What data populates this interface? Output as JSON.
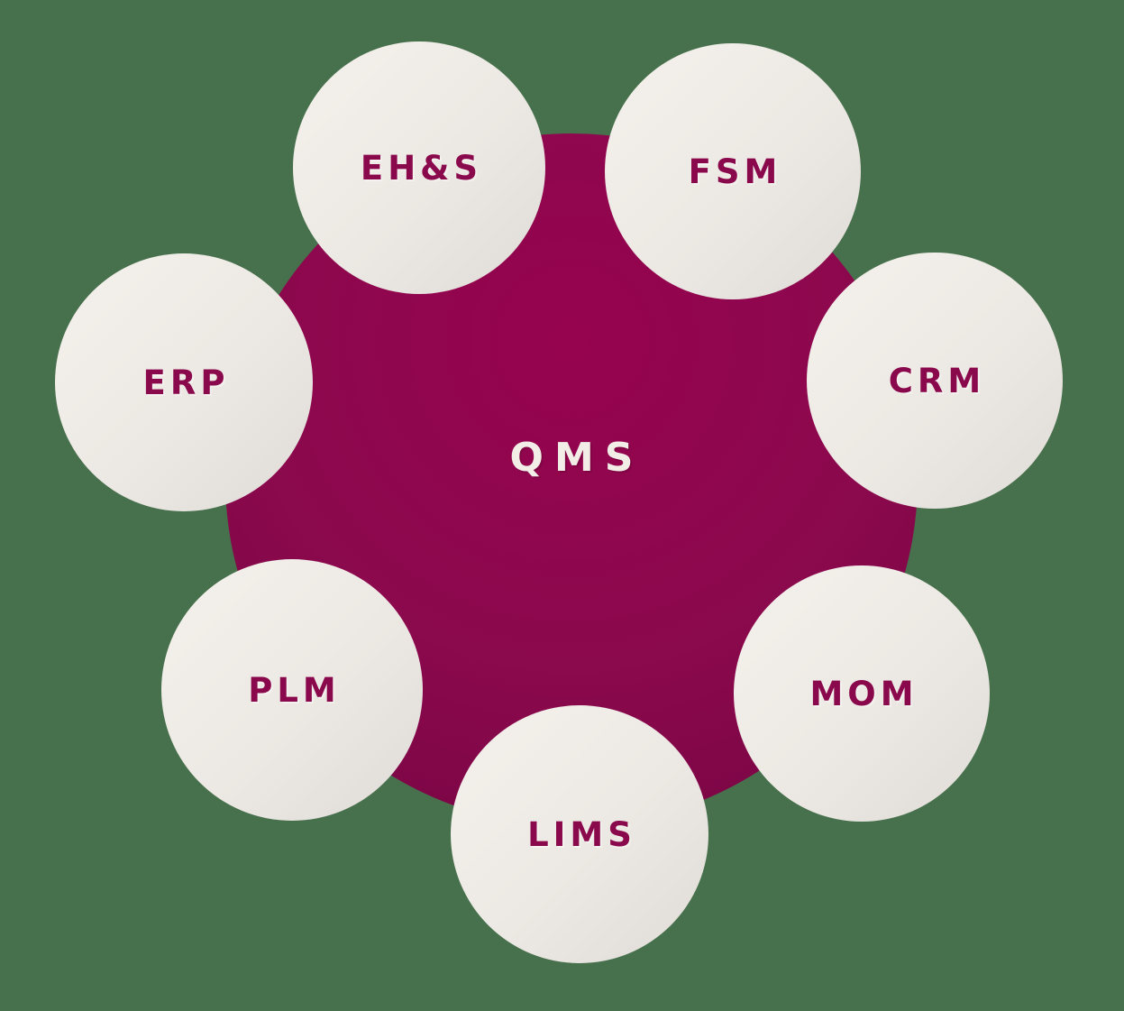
{
  "diagram": {
    "type": "hub-and-spoke",
    "center": {
      "label": "QMS"
    },
    "satellites": [
      {
        "id": "ehs",
        "label": "EH&S"
      },
      {
        "id": "fsm",
        "label": "FSM"
      },
      {
        "id": "crm",
        "label": "CRM"
      },
      {
        "id": "mom",
        "label": "MOM"
      },
      {
        "id": "lims",
        "label": "LIMS"
      },
      {
        "id": "plm",
        "label": "PLM"
      },
      {
        "id": "erp",
        "label": "ERP"
      }
    ],
    "colors": {
      "background": "#47704C",
      "magentaLight": "#96034F",
      "magentaMid": "#8B094D",
      "magentaDark": "#740442",
      "satLight": "#F5F1EC",
      "satMid": "#ECE8E3",
      "satDark": "#DFDCD8",
      "centerText": "#F2EDE7",
      "labelText": "#8A094C"
    }
  }
}
